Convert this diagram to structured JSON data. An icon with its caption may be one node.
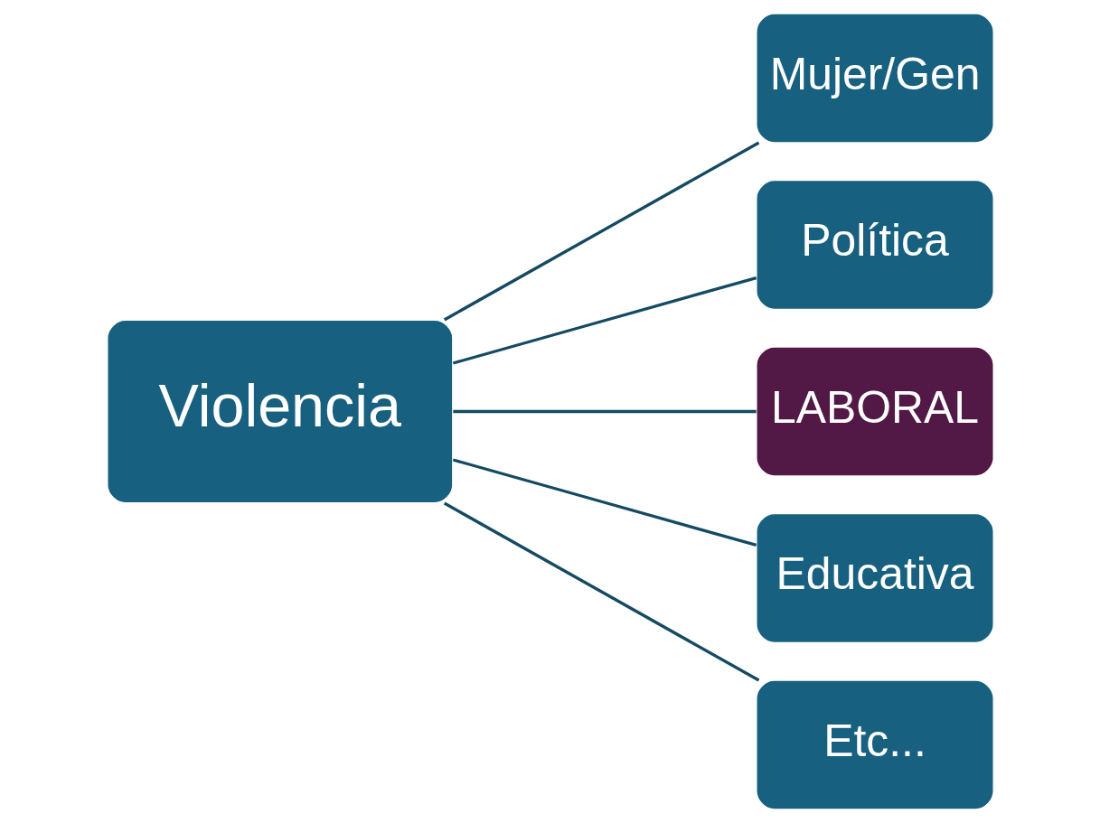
{
  "diagram": {
    "nodes": [
      {
        "text": [
          "Violencia"
        ]
      },
      {
        "text": [
          "Mujer/Gen"
        ]
      },
      {
        "text": [
          "Política"
        ]
      },
      {
        "text": [
          "LABORAL"
        ]
      },
      {
        "text": [
          "Educativa"
        ]
      },
      {
        "text": [
          "Etc..."
        ]
      }
    ],
    "edges": [
      {
        "from": 0,
        "to": 1,
        "arrow": "none"
      },
      {
        "from": 0,
        "to": 2,
        "arrow": "none"
      },
      {
        "from": 0,
        "to": 3,
        "arrow": "none"
      },
      {
        "from": 0,
        "to": 4,
        "arrow": "none"
      },
      {
        "from": 0,
        "to": 5,
        "arrow": "none"
      }
    ]
  }
}
